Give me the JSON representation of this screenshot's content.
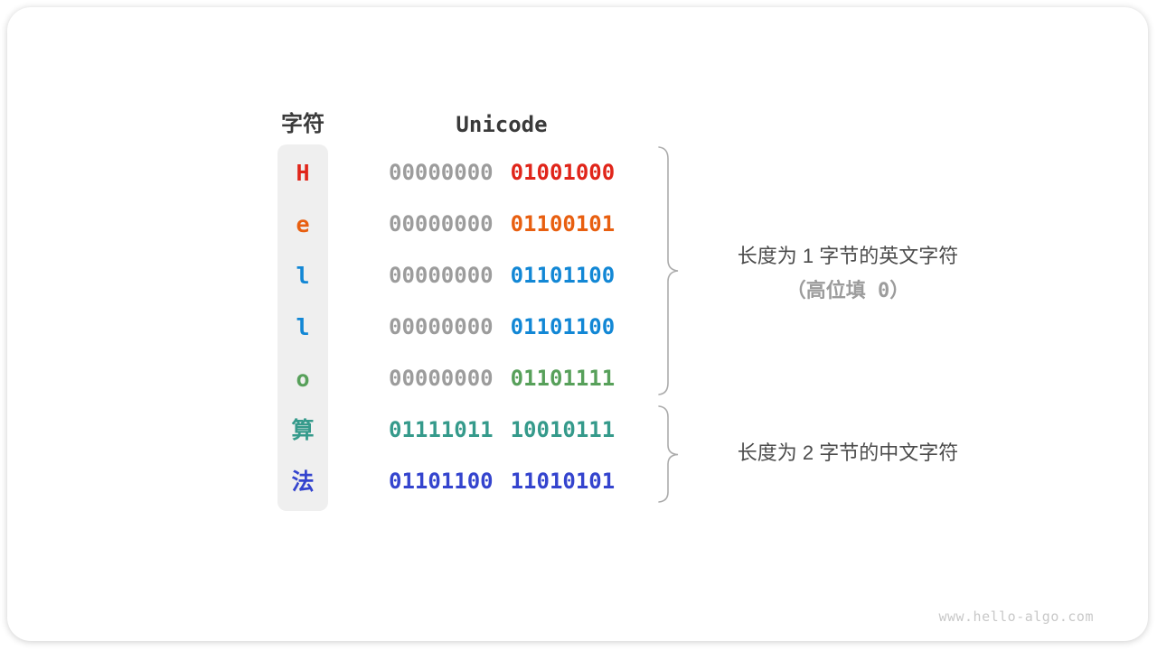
{
  "page": {
    "watermark": "www.hello-algo.com"
  },
  "colors": {
    "padding_byte": "#9c9c9c",
    "header_text": "#3a3a3a",
    "annotation_primary": "#4c4c4c",
    "annotation_secondary": "#9c9c9c",
    "brace": "#ababab",
    "char_column_bg": "#efefef",
    "watermark": "#c8c8c8"
  },
  "table": {
    "headers": {
      "char": "字符",
      "unicode": "Unicode"
    },
    "rows": [
      {
        "char": "H",
        "color": "#e0251a",
        "bytes": [
          "00000000",
          "01001000"
        ],
        "high_byte_padded": true
      },
      {
        "char": "e",
        "color": "#e85f10",
        "bytes": [
          "00000000",
          "01100101"
        ],
        "high_byte_padded": true
      },
      {
        "char": "l",
        "color": "#1287d5",
        "bytes": [
          "00000000",
          "01101100"
        ],
        "high_byte_padded": true
      },
      {
        "char": "l",
        "color": "#1287d5",
        "bytes": [
          "00000000",
          "01101100"
        ],
        "high_byte_padded": true
      },
      {
        "char": "o",
        "color": "#57a05a",
        "bytes": [
          "00000000",
          "01101111"
        ],
        "high_byte_padded": true
      },
      {
        "char": "算",
        "color": "#359a8b",
        "bytes": [
          "01111011",
          "10010111"
        ],
        "high_byte_padded": false
      },
      {
        "char": "法",
        "color": "#3444ce",
        "bytes": [
          "01101100",
          "11010101"
        ],
        "high_byte_padded": false
      }
    ]
  },
  "annotations": {
    "english": {
      "line1": "长度为 1 字节的英文字符",
      "line2": "（高位填 0）"
    },
    "chinese": {
      "line1": "长度为 2 字节的中文字符"
    }
  }
}
